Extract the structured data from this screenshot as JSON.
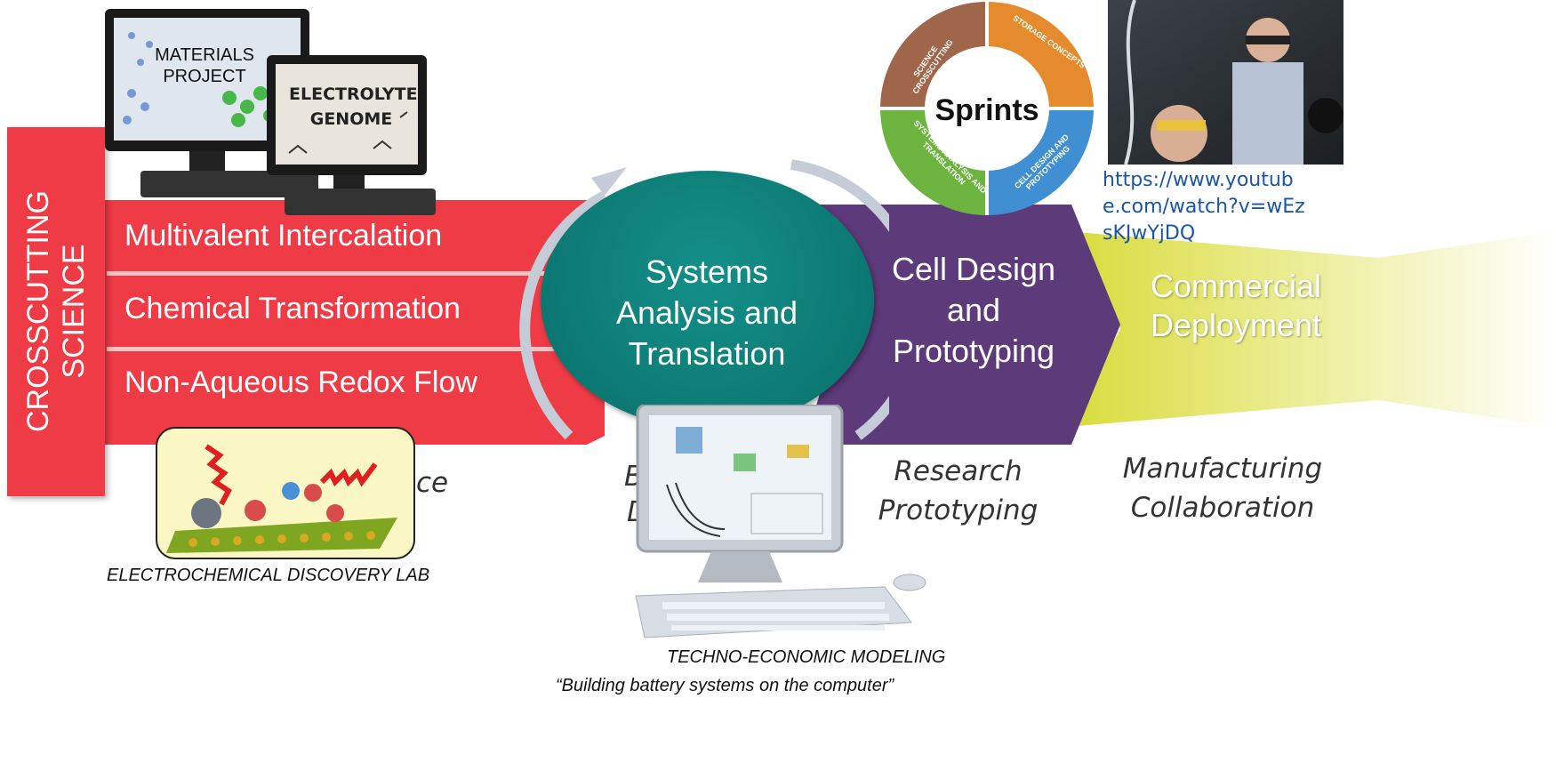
{
  "left_block": {
    "vertical_label_line1": "CROSSCUTTING",
    "vertical_label_line2": "SCIENCE",
    "bars": [
      {
        "label": "Multivalent Intercalation"
      },
      {
        "label": "Chemical Transformation"
      },
      {
        "label": "Non-Aqueous Redox Flow"
      }
    ]
  },
  "monitors": {
    "materials_project": "MATERIALS PROJECT",
    "electrolyte_genome": "ELECTROLYTE GENOME"
  },
  "circle": {
    "label": "Systems Analysis and Translation"
  },
  "chevron": {
    "label": "Cell Design and Prototyping"
  },
  "commercial": {
    "label": "Commercial Deployment"
  },
  "sprints_wheel": {
    "center": "Sprints",
    "segments": [
      {
        "label": "SCIENCE CROSSCUTTING",
        "color": "#a0664a"
      },
      {
        "label": "STORAGE CONCEPTS",
        "color": "#e58a2d"
      },
      {
        "label": "CELL DESIGN AND PROTOTYPING",
        "color": "#3f8fd2"
      },
      {
        "label": "SYSTEMS ANALYSIS AND TRANSLATION",
        "color": "#6cb33f"
      }
    ]
  },
  "link": {
    "text": "https://www.youtube.com/watch?v=wEzsKJwYjDQ"
  },
  "italic_labels": {
    "partial_left": "ce",
    "partial_mid_top": "B",
    "partial_mid_bottom": "D",
    "research": "Research Prototyping",
    "manufacturing": "Manufacturing Collaboration"
  },
  "captions": {
    "lab": "ELECTROCHEMICAL DISCOVERY LAB",
    "modeling": "TECHNO-ECONOMIC MODELING",
    "quote": "“Building battery systems on the computer”"
  },
  "colors": {
    "red": "#ef3b45",
    "teal": "#0e7b77",
    "purple": "#5d3a7a",
    "yellow": "#e6e86a"
  }
}
